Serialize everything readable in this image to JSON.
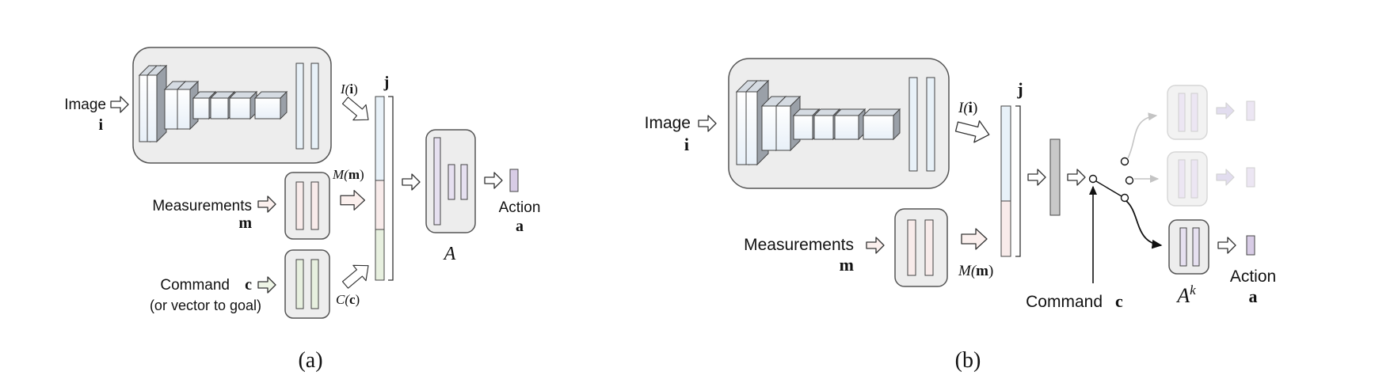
{
  "panel_a": {
    "image_label": "Image",
    "image_symbol": "i",
    "measurements_label": "Measurements",
    "measurements_symbol": "m",
    "command_label": "Command",
    "command_symbol": "c",
    "command_note": "(or vector to goal)",
    "I_fn": "I(",
    "I_arg": "i",
    "M_fn": "M(",
    "M_arg": "m",
    "C_fn": "C(",
    "C_arg": "c",
    "close_paren": ")",
    "j_label": "j",
    "A_label": "A",
    "action_label": "Action",
    "action_symbol": "a",
    "caption": "(a)"
  },
  "panel_b": {
    "image_label": "Image",
    "image_symbol": "i",
    "measurements_label": "Measurements",
    "measurements_symbol": "m",
    "command_label": "Command",
    "command_symbol": "c",
    "I_fn": "I(",
    "I_arg": "i",
    "M_fn": "M(",
    "M_arg": "m",
    "close_paren": ")",
    "j_label": "j",
    "A_label": "A",
    "A_sup": "k",
    "action_label": "Action",
    "action_symbol": "a",
    "caption": "(b)"
  },
  "colors": {
    "module_fill": "#ededed",
    "module_stroke": "#555555",
    "image_feature_bar": "#e8f1f8",
    "measurement_bar": "#f8ebea",
    "command_bar": "#e7f0df",
    "action_bar": "#e6e0f0",
    "action_block": "#d8cce6",
    "concat_bar": "#c8c8c8",
    "inactive_branch": "#c8c8c8"
  }
}
